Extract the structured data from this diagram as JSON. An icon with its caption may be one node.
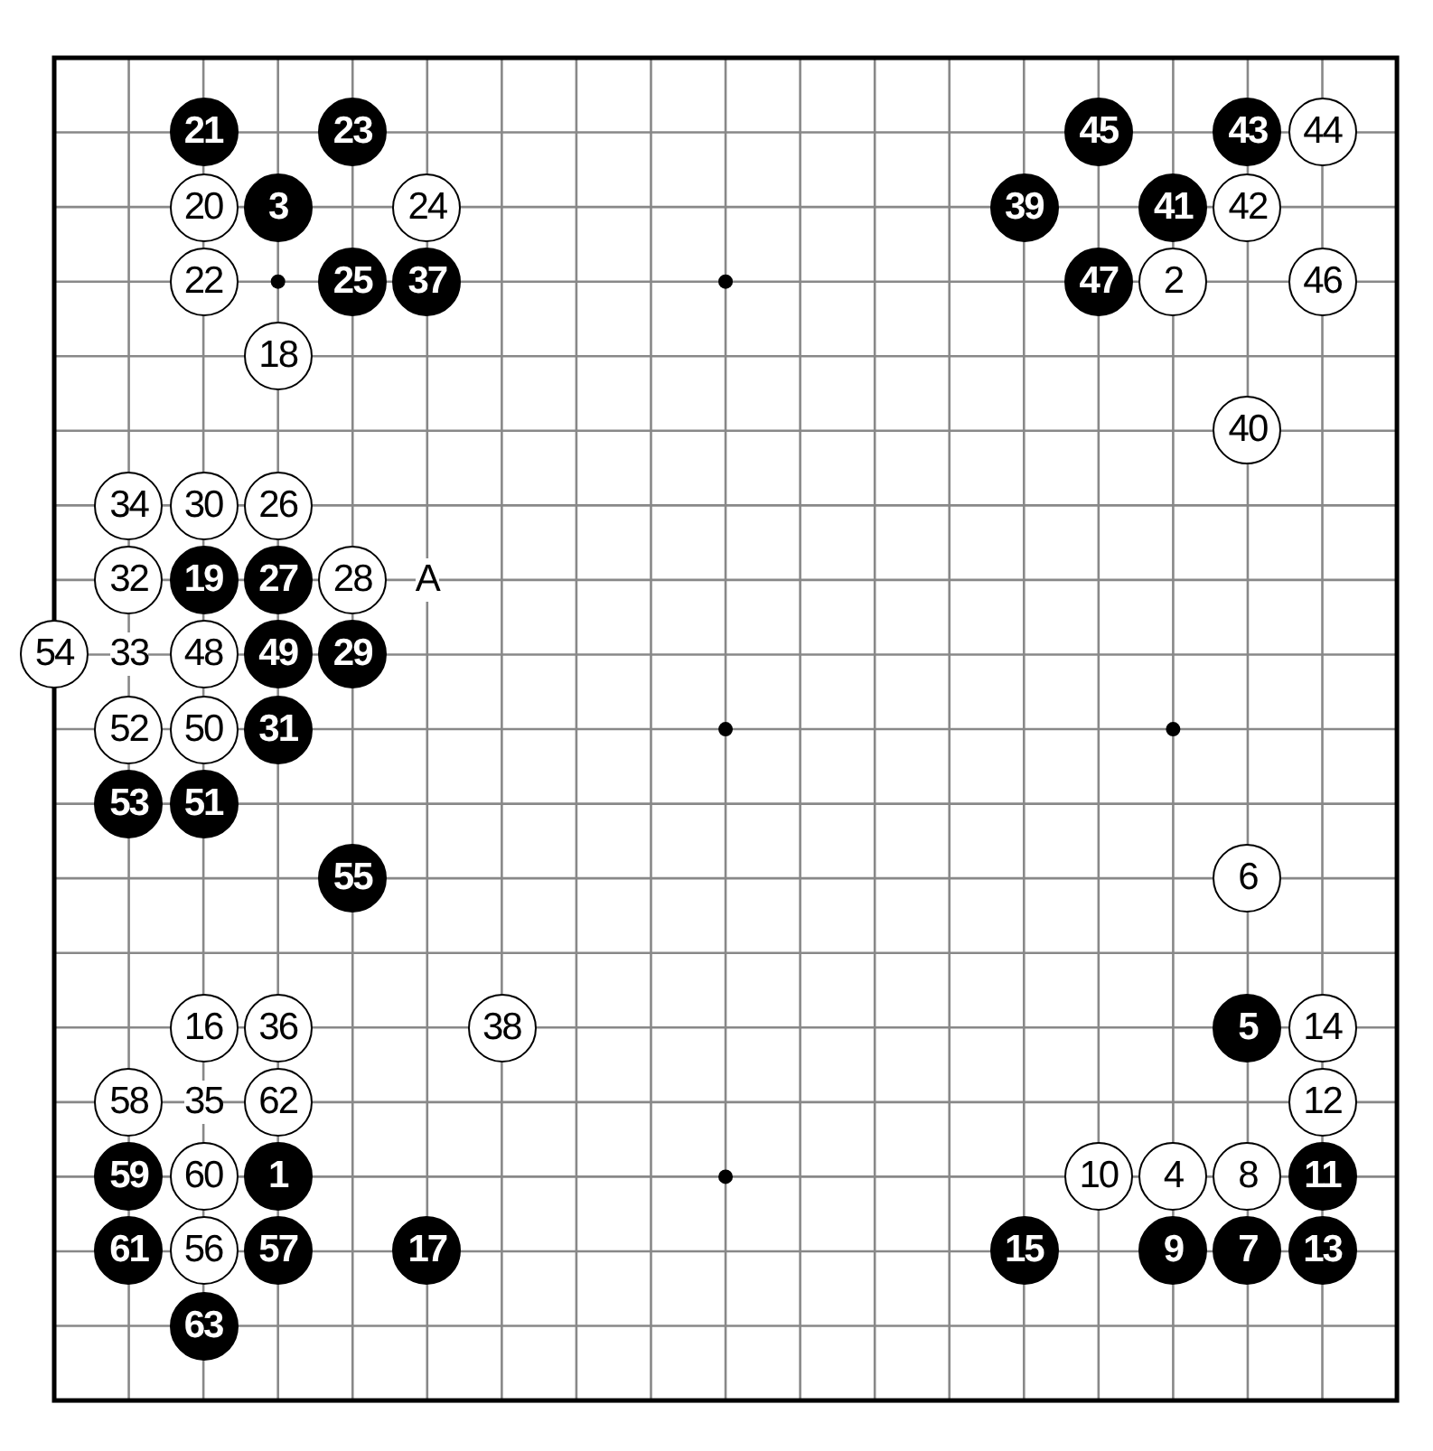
{
  "diagram": {
    "nodes": [
      {
        "text": [
          "21"
        ]
      },
      {
        "text": [
          "23"
        ]
      },
      {
        "text": [
          "45"
        ]
      },
      {
        "text": [
          "43"
        ]
      },
      {
        "text": [
          "44"
        ]
      },
      {
        "text": [
          "20"
        ]
      },
      {
        "text": [
          "3"
        ]
      },
      {
        "text": [
          "24"
        ]
      },
      {
        "text": [
          "39"
        ]
      },
      {
        "text": [
          "41"
        ]
      },
      {
        "text": [
          "42"
        ]
      },
      {
        "text": [
          "22"
        ]
      },
      {
        "text": [
          "25"
        ]
      },
      {
        "text": [
          "37"
        ]
      },
      {
        "text": [
          "47"
        ]
      },
      {
        "text": [
          "2"
        ]
      },
      {
        "text": [
          "46"
        ]
      },
      {
        "text": [
          "18"
        ]
      },
      {
        "text": [
          "40"
        ]
      },
      {
        "text": [
          "34"
        ]
      },
      {
        "text": [
          "30"
        ]
      },
      {
        "text": [
          "26"
        ]
      },
      {
        "text": [
          "32"
        ]
      },
      {
        "text": [
          "19"
        ]
      },
      {
        "text": [
          "27"
        ]
      },
      {
        "text": [
          "28"
        ]
      },
      {
        "text": [
          "54"
        ]
      },
      {
        "text": [
          "48"
        ]
      },
      {
        "text": [
          "49"
        ]
      },
      {
        "text": [
          "29"
        ]
      },
      {
        "text": [
          "52"
        ]
      },
      {
        "text": [
          "50"
        ]
      },
      {
        "text": [
          "31"
        ]
      },
      {
        "text": [
          "53"
        ]
      },
      {
        "text": [
          "51"
        ]
      },
      {
        "text": [
          "55"
        ]
      },
      {
        "text": [
          "6"
        ]
      },
      {
        "text": [
          "16"
        ]
      },
      {
        "text": [
          "36"
        ]
      },
      {
        "text": [
          "38"
        ]
      },
      {
        "text": [
          "5"
        ]
      },
      {
        "text": [
          "14"
        ]
      },
      {
        "text": [
          "58"
        ]
      },
      {
        "text": [
          "62"
        ]
      },
      {
        "text": [
          "12"
        ]
      },
      {
        "text": [
          "59"
        ]
      },
      {
        "text": [
          "60"
        ]
      },
      {
        "text": [
          "1"
        ]
      },
      {
        "text": [
          "10"
        ]
      },
      {
        "text": [
          "4"
        ]
      },
      {
        "text": [
          "8"
        ]
      },
      {
        "text": [
          "11"
        ]
      },
      {
        "text": [
          "61"
        ]
      },
      {
        "text": [
          "56"
        ]
      },
      {
        "text": [
          "57"
        ]
      },
      {
        "text": [
          "17"
        ]
      },
      {
        "text": [
          "15"
        ]
      },
      {
        "text": [
          "9"
        ]
      },
      {
        "text": [
          "7"
        ]
      },
      {
        "text": [
          "13"
        ]
      },
      {
        "text": [
          "63"
        ]
      }
    ],
    "labels": [
      "A",
      "33",
      "35"
    ]
  }
}
